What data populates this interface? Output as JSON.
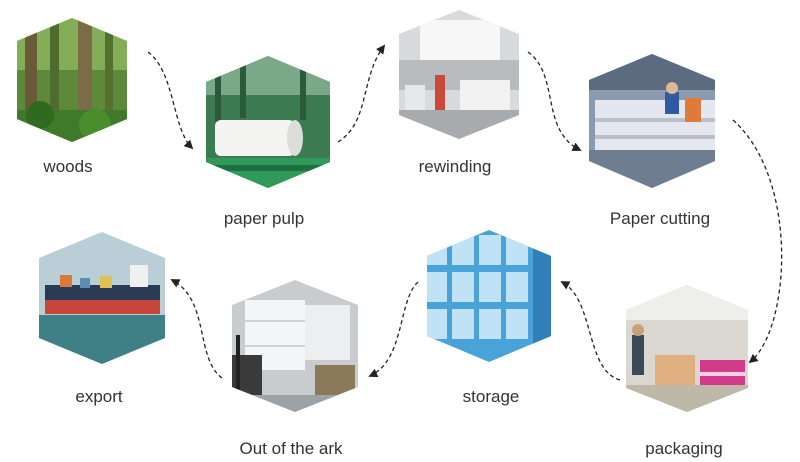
{
  "steps": [
    {
      "label": "woods",
      "icon": "forest-photo"
    },
    {
      "label": "paper pulp",
      "icon": "paper-machine-photo"
    },
    {
      "label": "rewinding",
      "icon": "rewinding-machine-photo"
    },
    {
      "label": "Paper cutting",
      "icon": "cutting-line-photo"
    },
    {
      "label": "packaging",
      "icon": "packaging-workshop-photo"
    },
    {
      "label": "storage",
      "icon": "warehouse-stack-photo"
    },
    {
      "label": "Out of the ark",
      "icon": "forklift-photo"
    },
    {
      "label": "export",
      "icon": "cargo-ship-photo"
    }
  ],
  "colors": {
    "text": "#333333",
    "arrow": "#222222"
  }
}
